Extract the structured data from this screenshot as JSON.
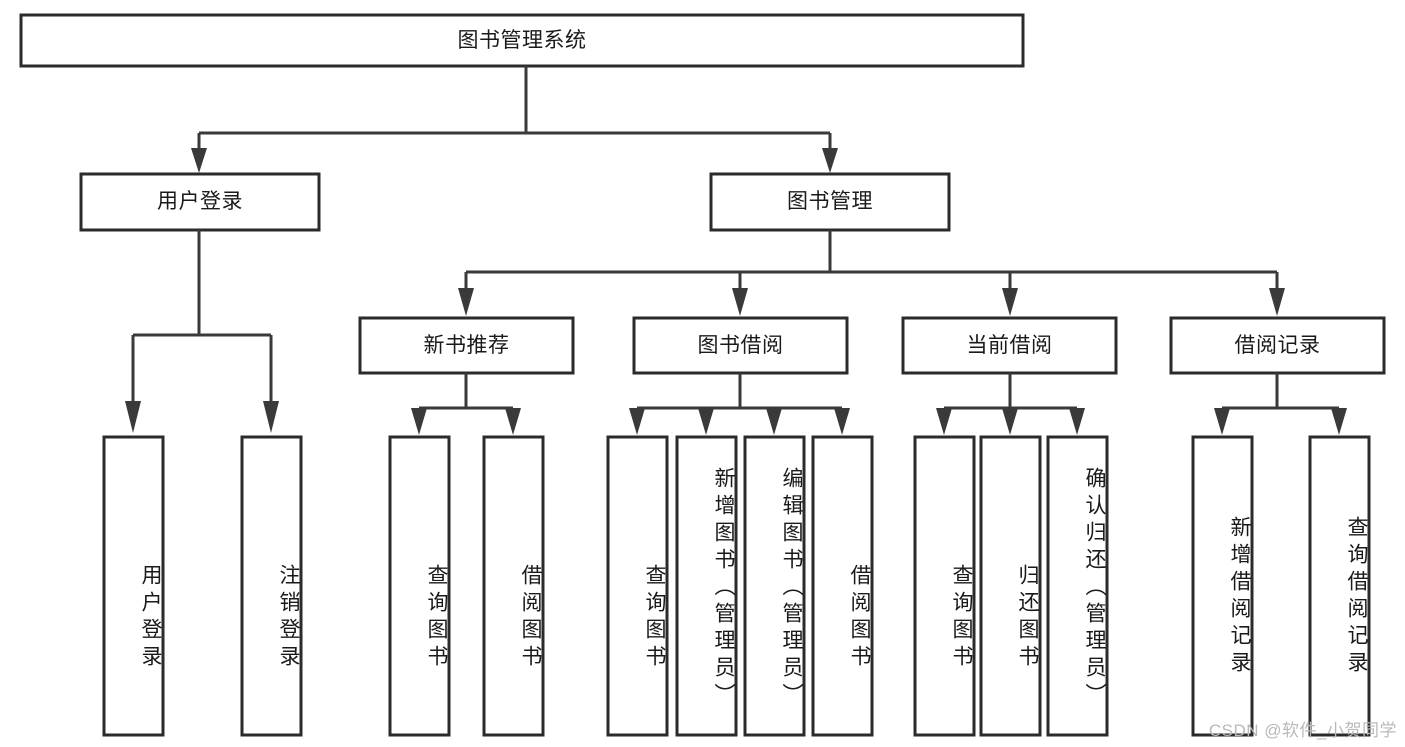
{
  "diagram": {
    "type": "tree-hierarchy",
    "title": "图书管理系统",
    "watermark": "CSDN @软件_小贺同学",
    "colors": {
      "box_stroke": "#2b2b2b",
      "connector": "#3a3a3a",
      "background": "#ffffff",
      "text": "#1a1a1a",
      "watermark": "#b9b9b9"
    },
    "levels": {
      "root": {
        "label": "图书管理系统"
      },
      "level2": [
        {
          "label": "用户登录"
        },
        {
          "label": "图书管理"
        }
      ],
      "level3": [
        {
          "label": "新书推荐"
        },
        {
          "label": "图书借阅"
        },
        {
          "label": "当前借阅"
        },
        {
          "label": "借阅记录"
        }
      ],
      "leaves": {
        "user_login": [
          {
            "label": "用户登录"
          },
          {
            "label": "注销登录"
          }
        ],
        "new_book_recommend": [
          {
            "label": "查询图书"
          },
          {
            "label": "借阅图书"
          }
        ],
        "book_borrow": [
          {
            "label": "查询图书"
          },
          {
            "label": "新增图书（管理员）"
          },
          {
            "label": "编辑图书（管理员）"
          },
          {
            "label": "借阅图书"
          }
        ],
        "current_borrow": [
          {
            "label": "查询图书"
          },
          {
            "label": "归还图书"
          },
          {
            "label": "确认归还（管理员）"
          }
        ],
        "borrow_record": [
          {
            "label": "新增借阅记录"
          },
          {
            "label": "查询借阅记录"
          }
        ]
      }
    }
  }
}
